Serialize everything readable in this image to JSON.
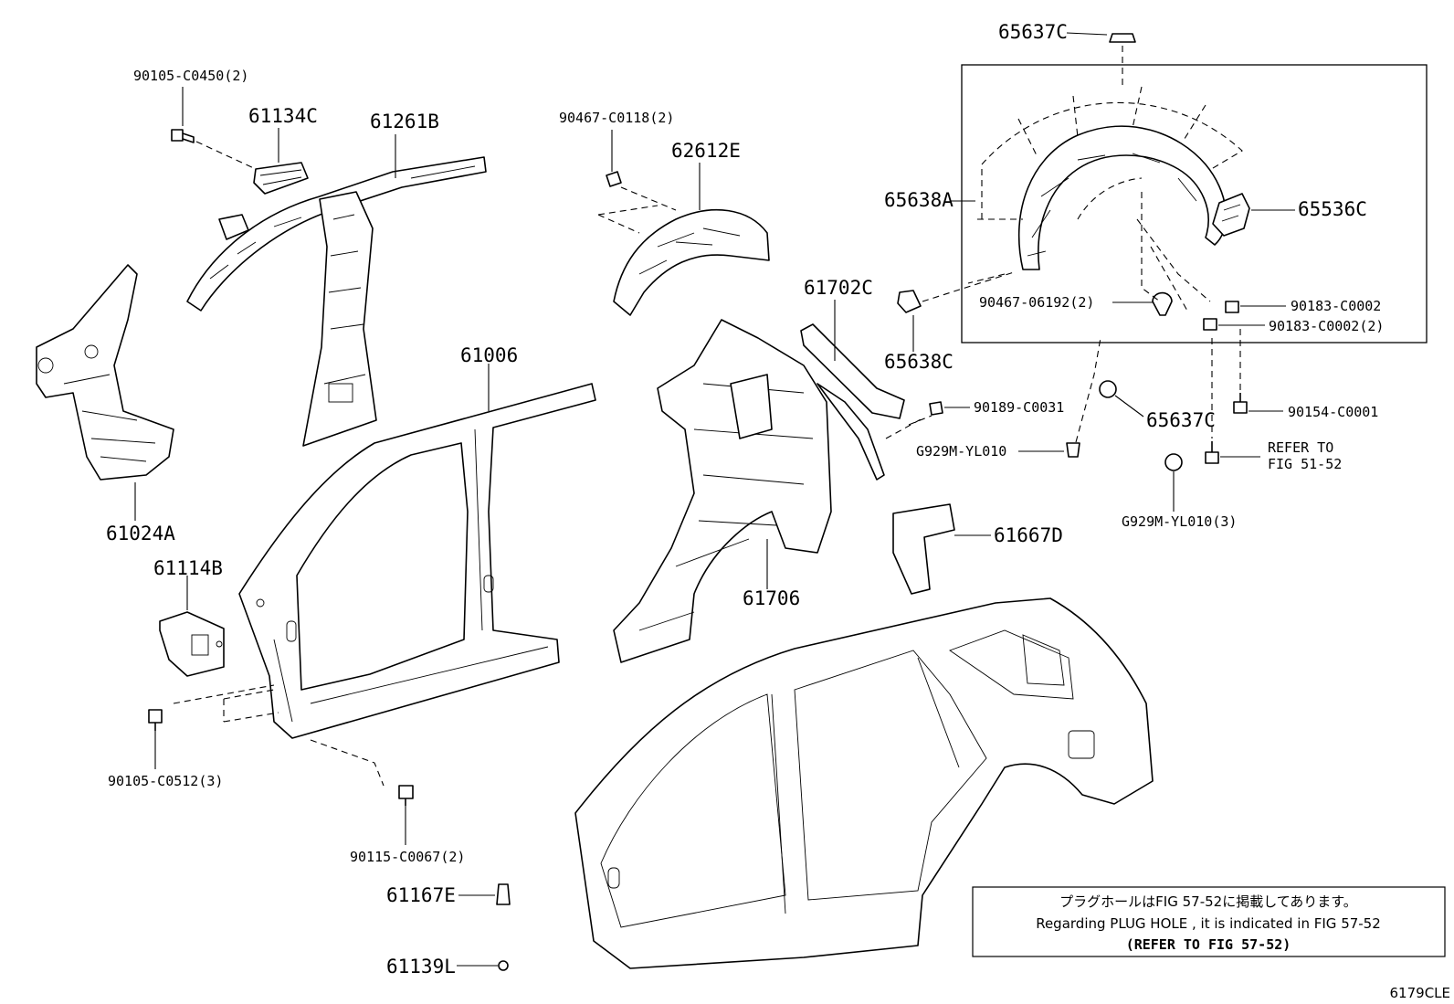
{
  "parts": {
    "p_90105_C0450": "90105-C0450(2)",
    "p_61134C": "61134C",
    "p_61261B": "61261B",
    "p_90467_C0118": "90467-C0118(2)",
    "p_62612E": "62612E",
    "p_65637C_top": "65637C",
    "p_65638A": "65638A",
    "p_65536C": "65536C",
    "p_90467_06192": "90467-06192(2)",
    "p_90183_C0002": "90183-C0002",
    "p_90183_C0002_2": "90183-C0002(2)",
    "p_61702C": "61702C",
    "p_65638C": "65638C",
    "p_90189_C0031": "90189-C0031",
    "p_65637C_mid": "65637C",
    "p_90154_C0001": "90154-C0001",
    "p_G929M_YL010": "G929M-YL010",
    "p_G929M_YL010_3": "G929M-YL010(3)",
    "p_61024A": "61024A",
    "p_61006": "61006",
    "p_61706": "61706",
    "p_61667D": "61667D",
    "p_61114B": "61114B",
    "p_90105_C0512": "90105-C0512(3)",
    "p_90115_C0067": "90115-C0067(2)",
    "p_61167E": "61167E",
    "p_61139L": "61139L"
  },
  "refer": {
    "line1": "REFER TO",
    "line2": "FIG 51-52"
  },
  "note": {
    "jp": "プラグホールはFIG 57-52に掲載してあります。",
    "en": "Regarding PLUG HOLE , it is indicated in FIG 57-52",
    "ref": "(REFER TO FIG 57-52)"
  },
  "figure_code": "6179CLE"
}
